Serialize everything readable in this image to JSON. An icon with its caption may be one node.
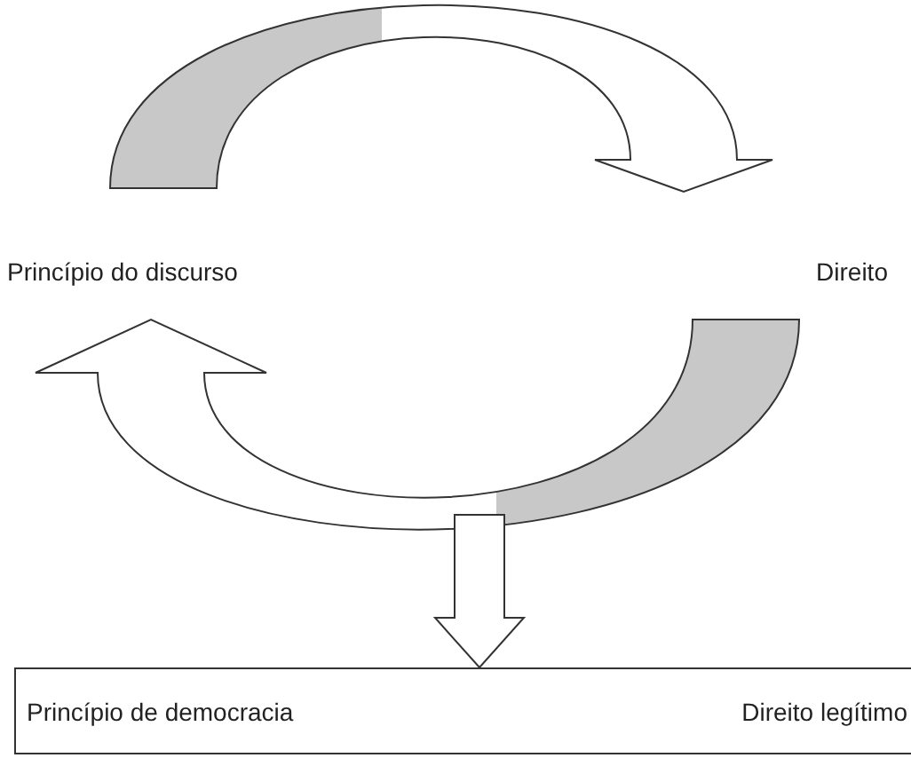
{
  "diagram": {
    "nodes": [
      {
        "text": [
          "Princípio do discurso"
        ]
      },
      {
        "text": [
          "Direito"
        ]
      },
      {
        "text": [
          "Princípio de democracia",
          "Direito legítimo"
        ]
      }
    ],
    "edges": [
      {
        "from": 0,
        "to": 1,
        "arrow": "to"
      },
      {
        "from": 1,
        "to": 0,
        "arrow": "to"
      },
      {
        "from": null,
        "to": 2,
        "arrow": "to"
      }
    ]
  }
}
